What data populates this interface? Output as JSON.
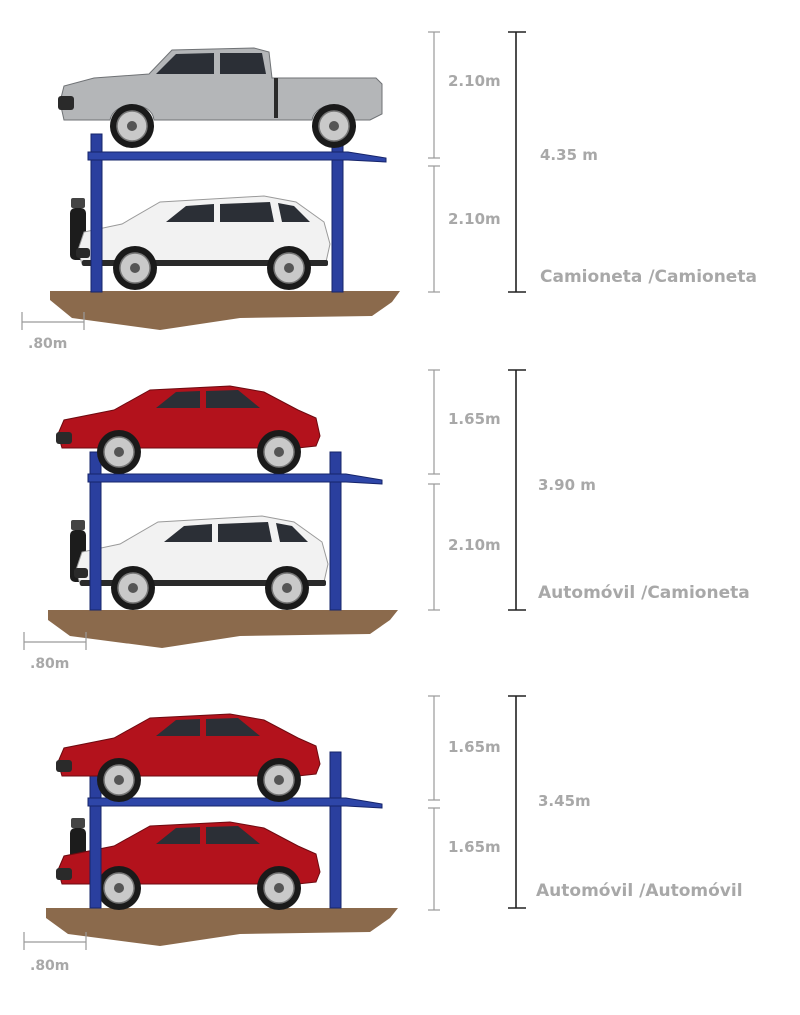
{
  "colors": {
    "lift_blue": "#2e46a8",
    "ground_brown": "#8b6a4c",
    "label_gray": "#a8a8a8",
    "car_red": "#b3121c",
    "car_white": "#f2f2f2",
    "truck_silver": "#b4b6b8"
  },
  "sections": [
    {
      "upper_height": "2.10m",
      "lower_height": "2.10m",
      "total_height": "4.35 m",
      "config_label": "Camioneta /Camioneta",
      "post_offset": ".80m",
      "upper_vehicle": "pickup-truck",
      "lower_vehicle": "white-suv"
    },
    {
      "upper_height": "1.65m",
      "lower_height": "2.10m",
      "total_height": "3.90 m",
      "config_label": "Automóvil /Camioneta",
      "post_offset": ".80m",
      "upper_vehicle": "red-sedan",
      "lower_vehicle": "white-suv"
    },
    {
      "upper_height": "1.65m",
      "lower_height": "1.65m",
      "total_height": "3.45m",
      "config_label": "Automóvil /Automóvil",
      "post_offset": ".80m",
      "upper_vehicle": "red-sedan",
      "lower_vehicle": "red-sedan"
    }
  ]
}
